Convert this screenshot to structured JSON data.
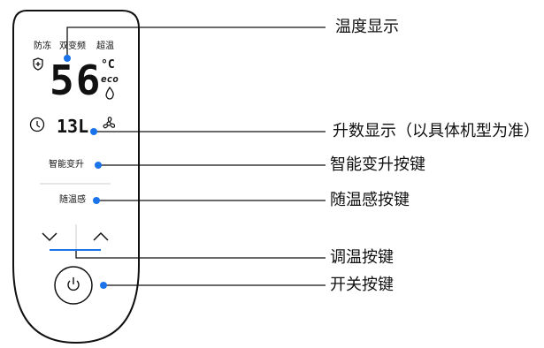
{
  "callouts": {
    "temp_display": "温度显示",
    "volume_display": "升数显示（以具体机型为准）",
    "smart_volume_key": "智能变升按键",
    "follow_temp_key": "随温感按键",
    "temp_adjust_key": "调温按键",
    "power_key": "开关按键"
  },
  "display": {
    "mode_antifreeze": "防冻",
    "mode_dual_freq": "双变频",
    "mode_super_temp": "超温",
    "temperature": "56",
    "unit": "°C",
    "eco": "eco",
    "volume": "13L"
  },
  "remote": {
    "smart_volume_label": "智能变升",
    "follow_temp_label": "随温感"
  },
  "icons": {
    "shield": "shield-plus-icon",
    "flame": "flame-icon",
    "timer": "timer-icon",
    "fan": "fan-icon",
    "down": "chevron-down-icon",
    "up": "chevron-up-icon",
    "power": "power-icon"
  },
  "colors": {
    "accent": "#1a73e8",
    "outline": "#111111"
  }
}
